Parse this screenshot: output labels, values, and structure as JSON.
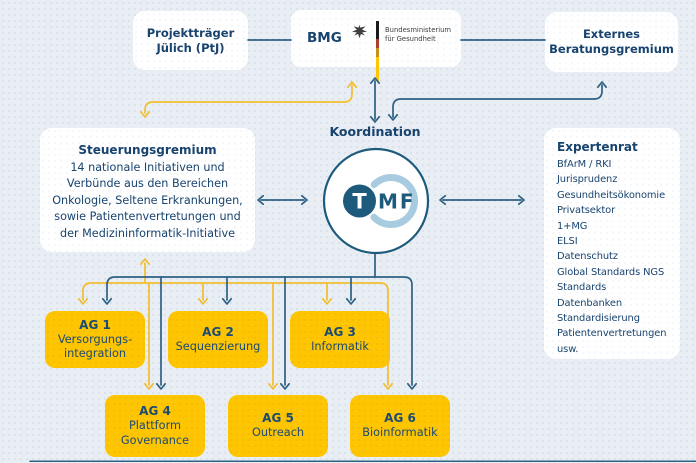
{
  "top": {
    "ptj": {
      "label": "Projektträger\nJülich (PtJ)"
    },
    "bmg": {
      "short_name": "BMG",
      "ministry": "Bundesministerium\nfür Gesundheit",
      "logo_icon": "federal-eagle-icon",
      "flag_colors": [
        "#1a1a1a",
        "#a8402f",
        "#fdc502"
      ]
    },
    "external": {
      "label": "Externes\nBeratungsgremium"
    }
  },
  "labels": {
    "koordination": "Koordination"
  },
  "tmf": {
    "t": "T",
    "mf": "MF"
  },
  "steering": {
    "title": "Steuerungsgremium",
    "lines": [
      "14 nationale Initiativen und",
      "Verbünde aus den Bereichen",
      "Onkologie, Seltene Erkrankungen,",
      "sowie Patientenvertretungen und",
      "der Medizininformatik-Initiative"
    ]
  },
  "expert": {
    "title": "Expertenrat",
    "items": [
      "BfArM / RKI",
      "Jurisprudenz",
      "Gesundheitsökonomie",
      "Privatsektor",
      "1+MG",
      "ELSI",
      "Datenschutz",
      "Global Standards NGS",
      "Standards",
      "Datenbanken",
      "Standardisierung",
      "Patientenvertretungen",
      "usw."
    ]
  },
  "workgroups": [
    {
      "id": "AG 1",
      "name": "Versorgungs-\nintegration"
    },
    {
      "id": "AG 2",
      "name": "Sequenzierung"
    },
    {
      "id": "AG 3",
      "name": "Informatik"
    },
    {
      "id": "AG 4",
      "name": "Plattform\nGovernance"
    },
    {
      "id": "AG 5",
      "name": "Outreach"
    },
    {
      "id": "AG 6",
      "name": "Bioinformatik"
    }
  ],
  "colors": {
    "background": "#e9eef4",
    "box_white": "#ffffff",
    "navy_text": "#18436e",
    "line_navy": "#2e6183",
    "line_yellow": "#f2bd2f",
    "ag_yellow": "#fdc502",
    "tmf_border": "#1d5a7c",
    "tmf_arc": "#a9cbdf"
  }
}
